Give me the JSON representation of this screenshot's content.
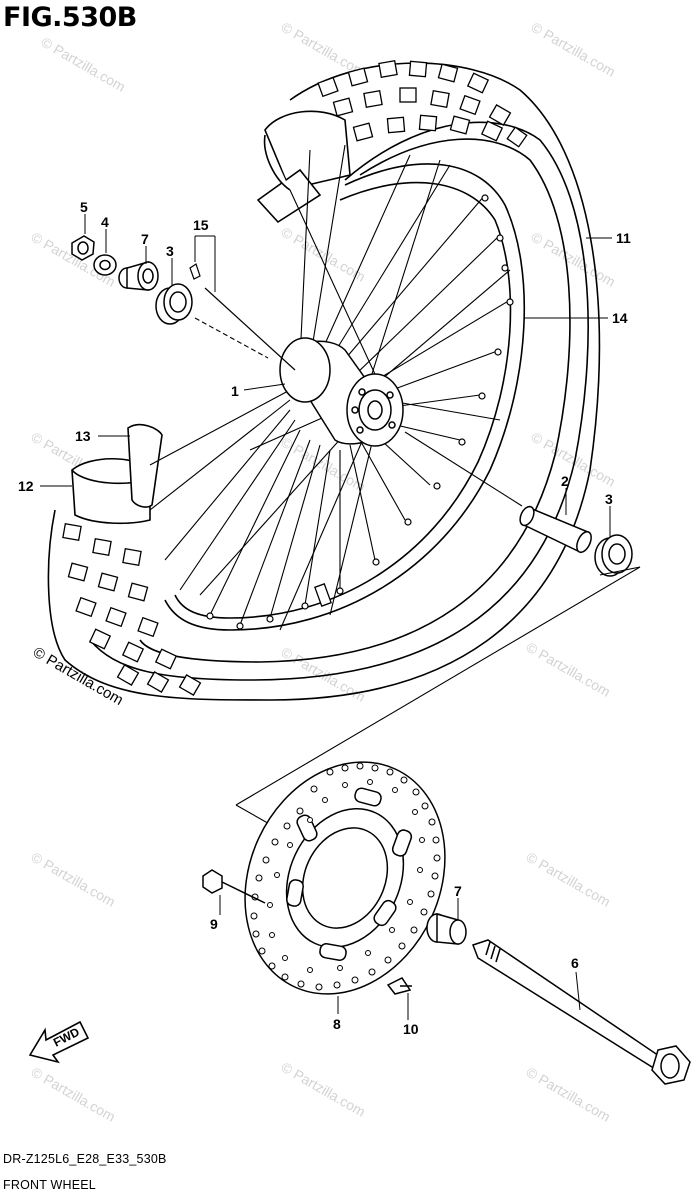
{
  "title": "FIG.530B",
  "model_code": "DR-Z125L6_E28_E33_530B",
  "caption": "FRONT WHEEL",
  "forward_label": "FWD",
  "watermark_text": "© Partzilla.com",
  "callouts": [
    "1",
    "2",
    "3",
    "3",
    "4",
    "5",
    "6",
    "7",
    "7",
    "8",
    "9",
    "10",
    "11",
    "12",
    "13",
    "14",
    "15"
  ]
}
